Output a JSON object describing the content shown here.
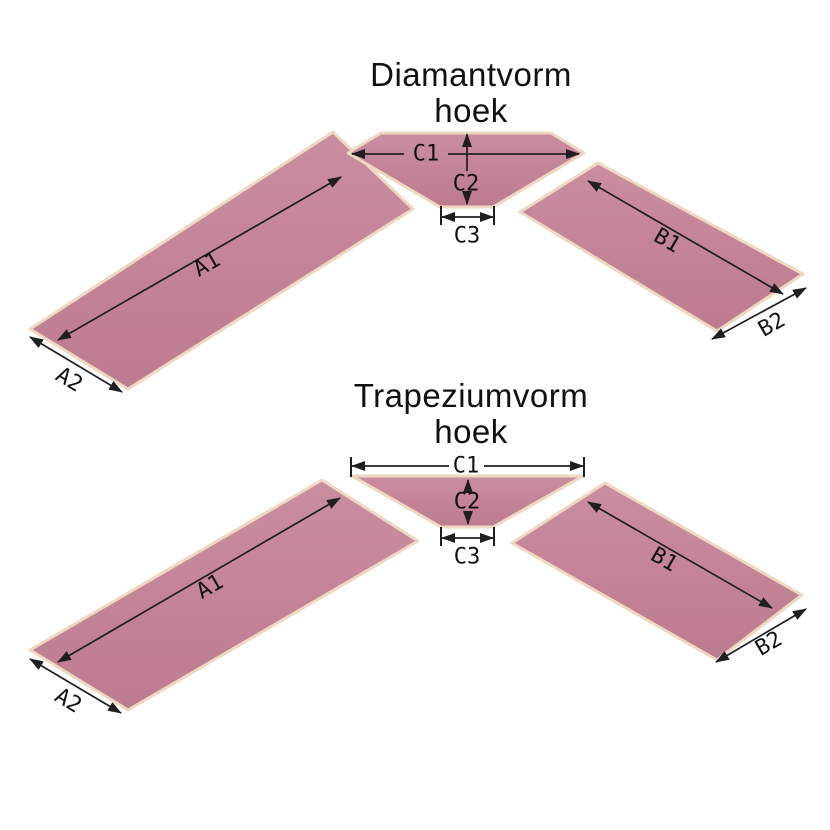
{
  "colors": {
    "background": "#ffffff",
    "shape_fill": "#c28094",
    "shape_fill_light": "#ca8da0",
    "shape_border": "#eed8c3",
    "line_color": "#1f1f1f",
    "text_color": "#111111"
  },
  "diagrams": [
    {
      "id": "diamond-corner",
      "title_line1": "Diamantvorm",
      "title_line2": "hoek",
      "labels": {
        "a1": "A1",
        "a2": "A2",
        "b1": "B1",
        "b2": "B2",
        "c1": "C1",
        "c2": "C2",
        "c3": "C3"
      }
    },
    {
      "id": "trapezium-corner",
      "title_line1": "Trapeziumvorm",
      "title_line2": "hoek",
      "labels": {
        "a1": "A1",
        "a2": "A2",
        "b1": "B1",
        "b2": "B2",
        "c1": "C1",
        "c2": "C2",
        "c3": "C3"
      }
    }
  ]
}
